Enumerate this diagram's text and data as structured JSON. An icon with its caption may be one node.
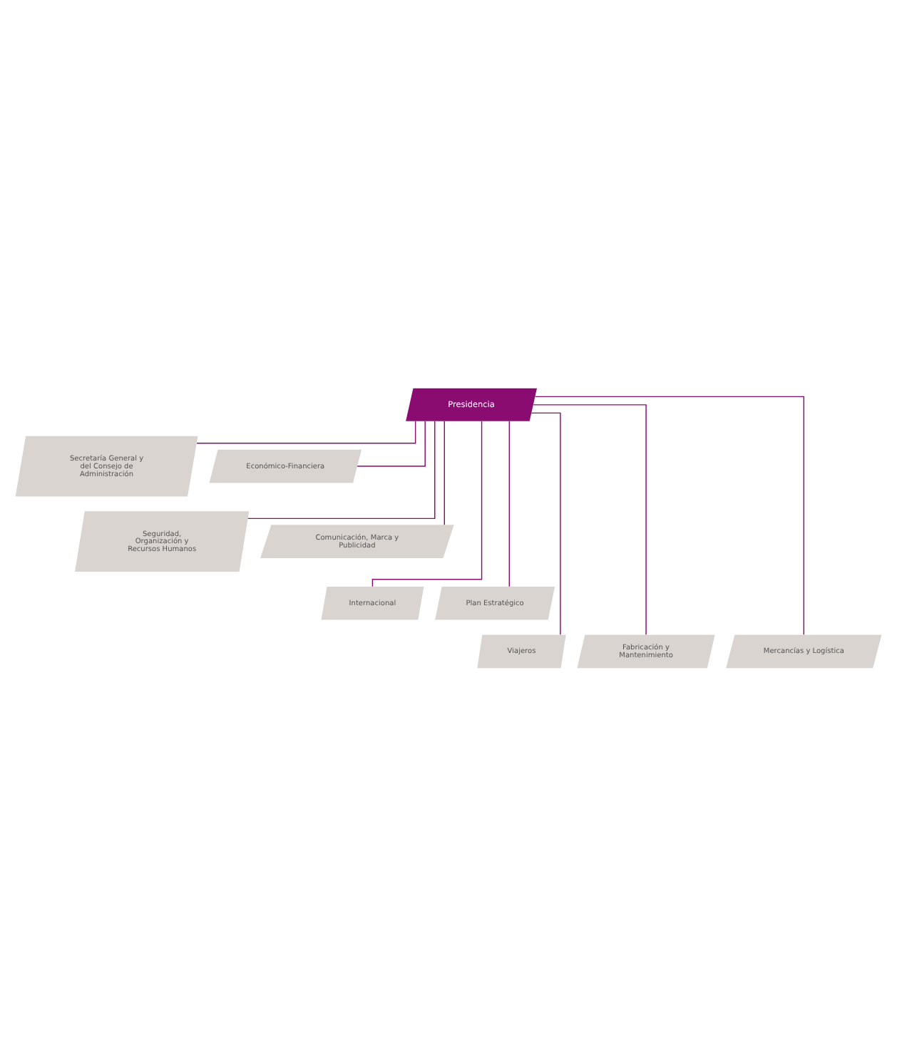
{
  "diagram": {
    "nodes": [
      {
        "text": [
          "Presidencia"
        ]
      },
      {
        "text": [
          "Secretaría General y del Consejo de Administración"
        ]
      },
      {
        "text": [
          "Económico-Financiera"
        ]
      },
      {
        "text": [
          "Seguridad, Organización y Recursos Humanos"
        ]
      },
      {
        "text": [
          "Comunicación, Marca y Publicidad"
        ]
      },
      {
        "text": [
          "Internacional"
        ]
      },
      {
        "text": [
          "Plan Estratégico"
        ]
      },
      {
        "text": [
          "Viajeros"
        ]
      },
      {
        "text": [
          "Fabricación y Mantenimiento"
        ]
      },
      {
        "text": [
          "Mercancías y Logística"
        ]
      }
    ],
    "edges": [
      {
        "from": 0,
        "to": 1,
        "arrow": "none"
      },
      {
        "from": 0,
        "to": 2,
        "arrow": "none"
      },
      {
        "from": 0,
        "to": 3,
        "arrow": "none"
      },
      {
        "from": 0,
        "to": 4,
        "arrow": "none"
      },
      {
        "from": 0,
        "to": 5,
        "arrow": "none"
      },
      {
        "from": 0,
        "to": 6,
        "arrow": "none"
      },
      {
        "from": 0,
        "to": 7,
        "arrow": "none"
      },
      {
        "from": 0,
        "to": 8,
        "arrow": "none"
      },
      {
        "from": 0,
        "to": 9,
        "arrow": "none"
      }
    ]
  }
}
